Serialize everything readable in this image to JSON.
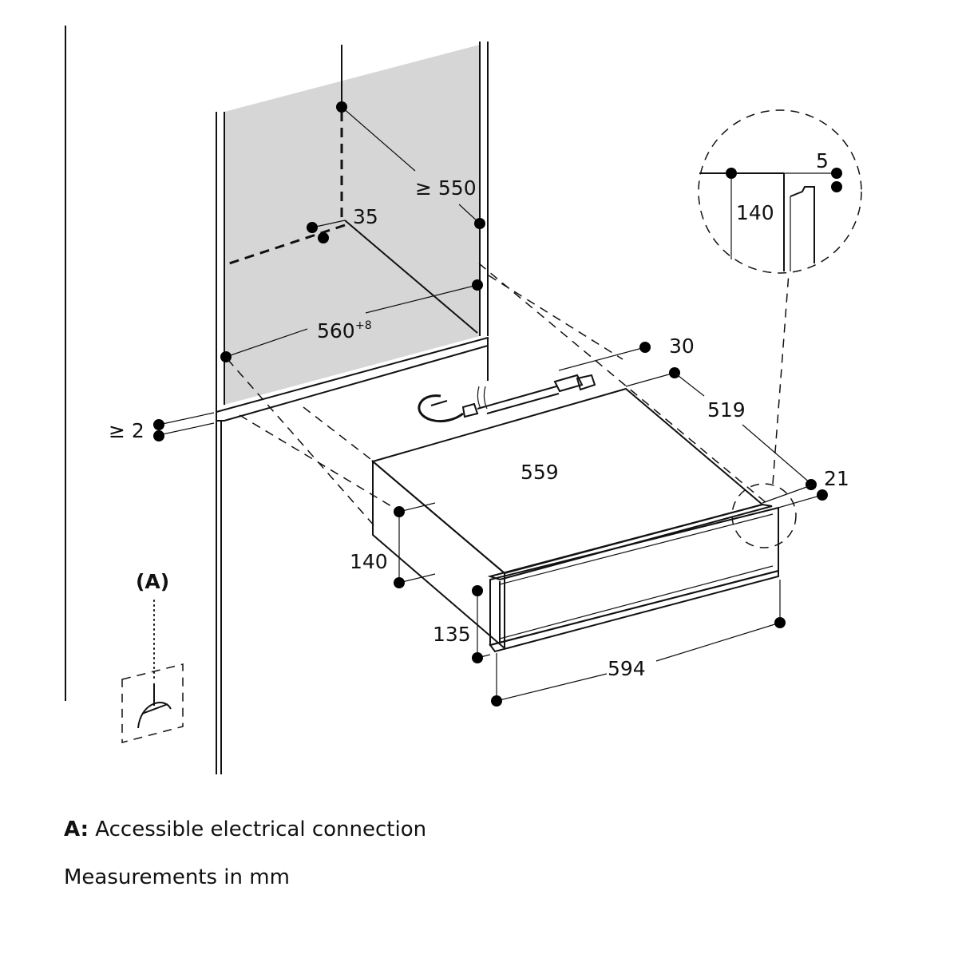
{
  "dimensions": {
    "opening_depth": "≥ 550",
    "corner_offset": "35",
    "opening_width": "560",
    "opening_width_tolerance": "+8",
    "gap": "≥ 2",
    "cable_offset": "30",
    "unit_depth": "519",
    "front_offset": "21",
    "unit_width": "559",
    "unit_height": "140",
    "front_height": "135",
    "front_width": "594",
    "detail_offset": "5",
    "detail_height": "140"
  },
  "callout": {
    "label": "(A)"
  },
  "legend": {
    "key": "A:",
    "description": "Accessible electrical connection",
    "units_note": "Measurements in mm"
  }
}
